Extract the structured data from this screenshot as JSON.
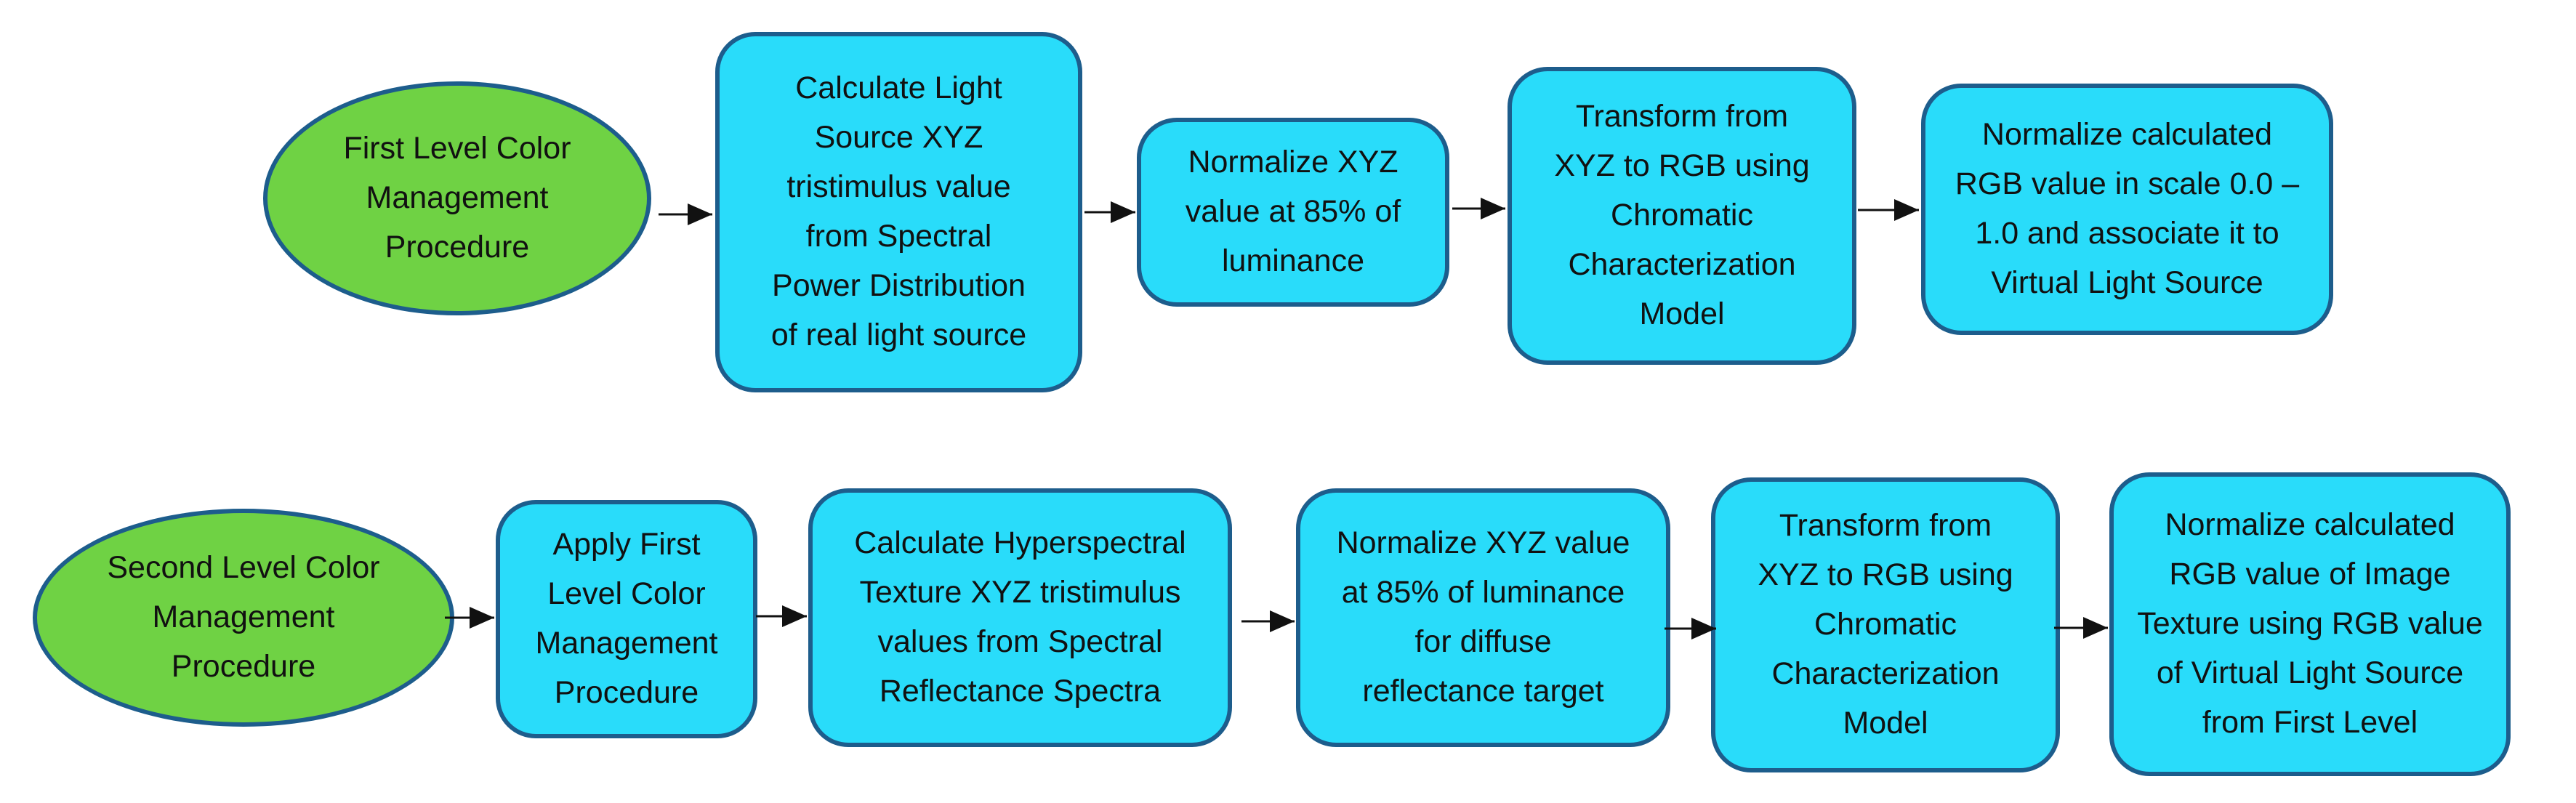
{
  "colors": {
    "process_fill": "#29dcfa",
    "start_fill": "#6fd244",
    "outline": "#1d5d8c",
    "arrow": "#111111"
  },
  "row1": {
    "start": "First Level Color\nManagement\nProcedure",
    "steps": [
      "Calculate Light\nSource XYZ\ntristimulus value\nfrom Spectral\nPower Distribution\nof real light source",
      "Normalize XYZ\nvalue at 85% of\nluminance",
      "Transform from\nXYZ to RGB using\nChromatic\nCharacterization\nModel",
      "Normalize calculated\nRGB value in scale 0.0 –\n1.0 and associate it to\nVirtual Light Source"
    ]
  },
  "row2": {
    "start": "Second Level Color\nManagement\nProcedure",
    "steps": [
      "Apply First\nLevel Color\nManagement\nProcedure",
      "Calculate Hyperspectral\nTexture XYZ tristimulus\nvalues from Spectral\nReflectance Spectra",
      "Normalize XYZ value\nat 85% of luminance\nfor diffuse\nreflectance target",
      "Transform from\nXYZ to RGB using\nChromatic\nCharacterization\nModel",
      "Normalize calculated\nRGB value of Image\nTexture using RGB value\nof Virtual Light Source\nfrom First Level"
    ]
  }
}
